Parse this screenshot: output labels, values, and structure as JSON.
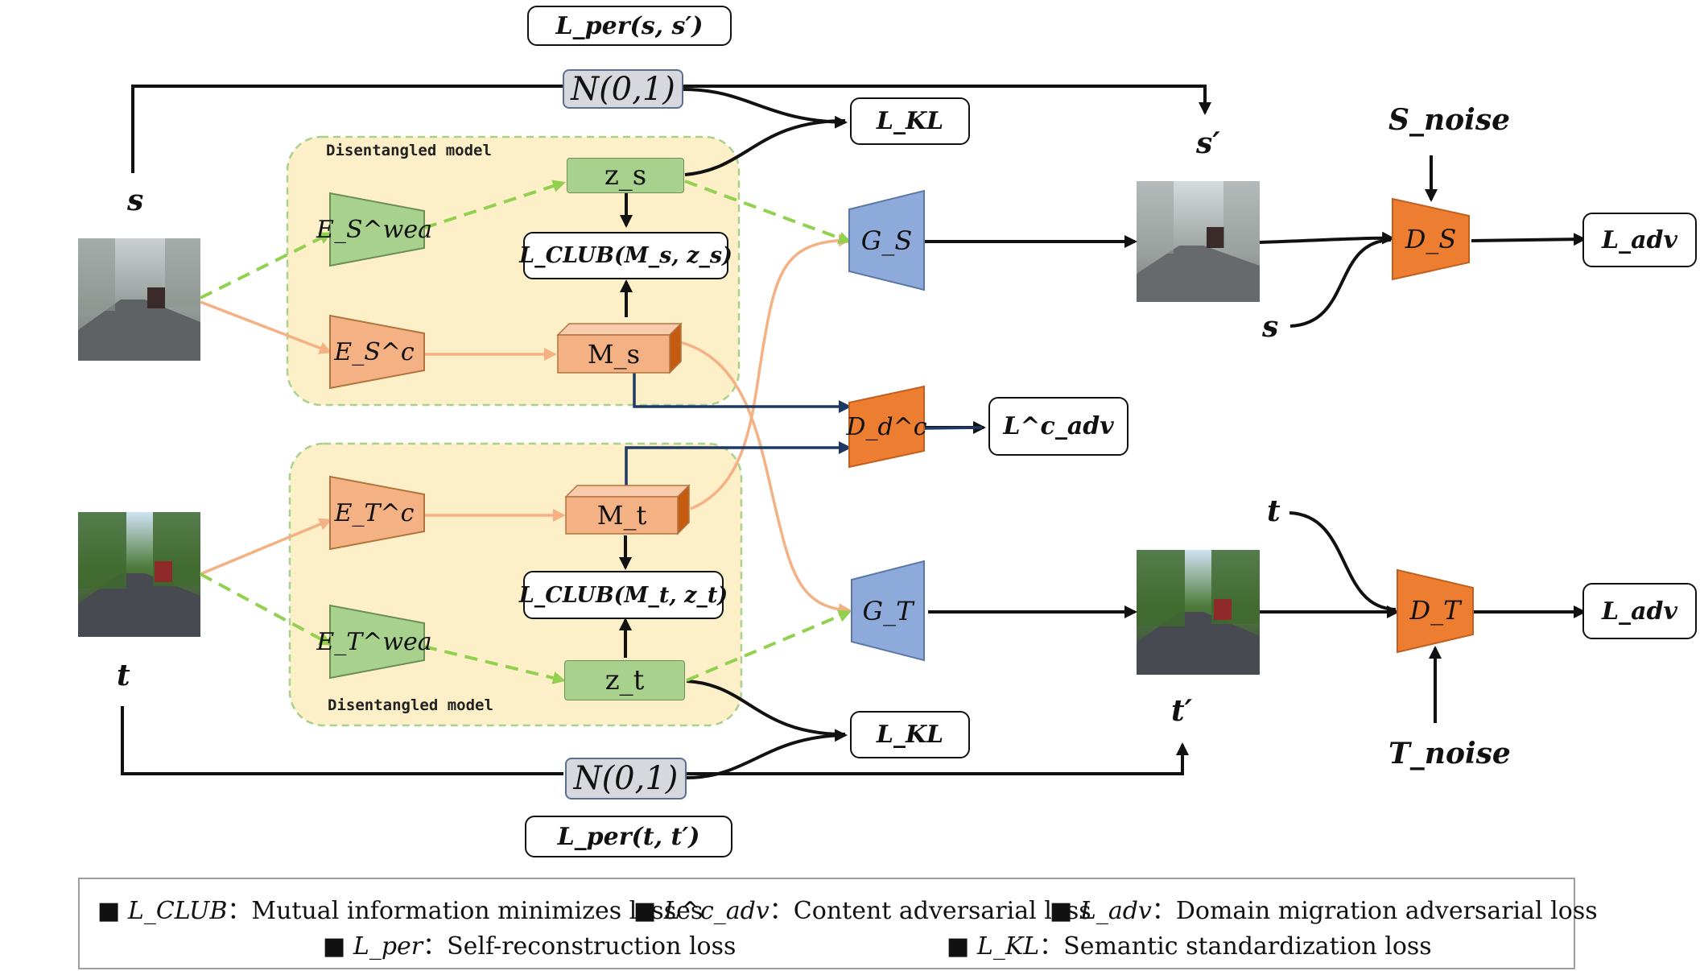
{
  "losses": {
    "per_s": "L_per(s, s′)",
    "per_t": "L_per(t, t′)",
    "kl": "L_KL",
    "club_s": "L_CLUB(M_s, z_s)",
    "club_t": "L_CLUB(M_t, z_t)",
    "adv": "L_adv",
    "adv_c": "L^c_adv"
  },
  "noise": "N(0,1)",
  "variables": {
    "s": "s",
    "t": "t",
    "s_prime": "s′",
    "t_prime": "t′",
    "s_noise": "S_noise",
    "t_noise": "T_noise"
  },
  "modules": {
    "enc_s_weather": "E_S^wea",
    "enc_s_content": "E_S^c",
    "enc_t_content": "E_T^c",
    "enc_t_weather": "E_T^wea",
    "gen_s": "G_S",
    "gen_t": "G_T",
    "disc_content": "D_d^c",
    "disc_s": "D_S",
    "disc_t": "D_T",
    "z_s": "z_s",
    "z_t": "z_t",
    "m_s": "M_s",
    "m_t": "M_t"
  },
  "disentangled_label": "Disentangled model",
  "legend": [
    {
      "symbol": "L_CLUB",
      "text": "Mutual information minimizes losses"
    },
    {
      "symbol": "L^c_adv",
      "text": "Content adversarial loss"
    },
    {
      "symbol": "L_adv",
      "text": "Domain migration adversarial loss"
    },
    {
      "symbol": "L_per",
      "text": "Self-reconstruction loss"
    },
    {
      "symbol": "L_KL",
      "text": "Semantic standardization loss"
    }
  ],
  "legend_separator": "：",
  "colors": {
    "orange_arrow": "#f4b183",
    "green_dash": "#92d050",
    "navy_arrow": "#1f3864",
    "panel_fill": "#fdf0c8",
    "panel_border": "#a9d18e",
    "encoder_orange": "#f4b183",
    "encoder_green": "#a9d18e",
    "generator_blue": "#8eaadb",
    "discriminator_orange": "#ed7d31"
  }
}
